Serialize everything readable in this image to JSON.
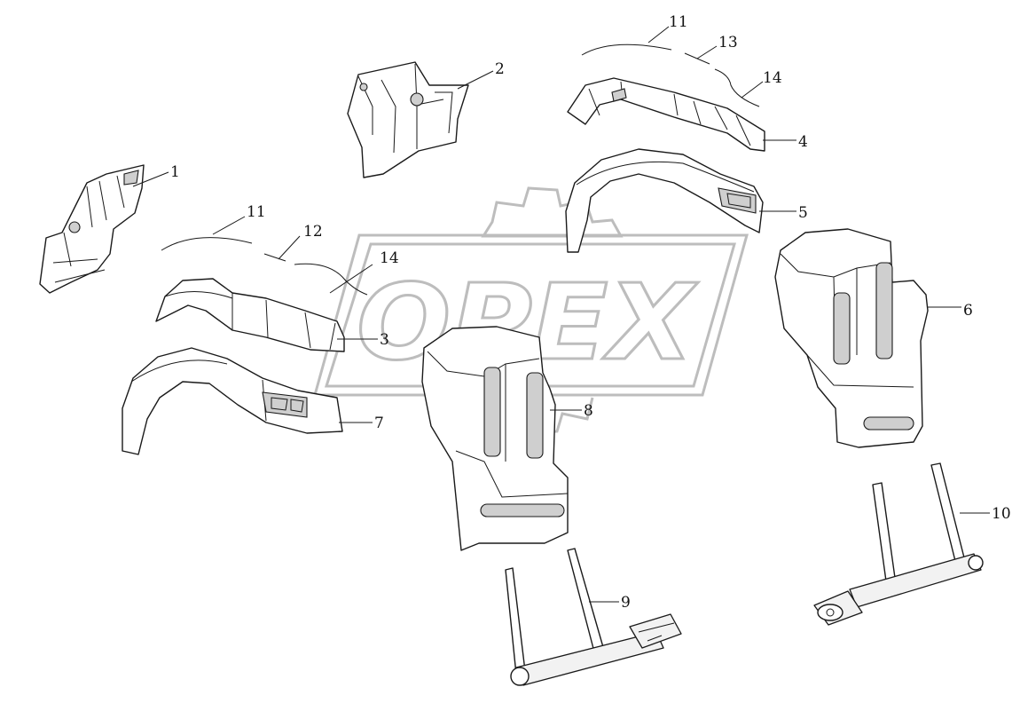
{
  "watermark": {
    "text": "OPEX"
  },
  "callouts": {
    "c1": "1",
    "c2": "2",
    "c3": "3",
    "c4": "4",
    "c5": "5",
    "c6": "6",
    "c7": "7",
    "c8": "8",
    "c9": "9",
    "c10": "10",
    "c11a": "11",
    "c11b": "11",
    "c12": "12",
    "c13": "13",
    "c14a": "14",
    "c14b": "14"
  }
}
